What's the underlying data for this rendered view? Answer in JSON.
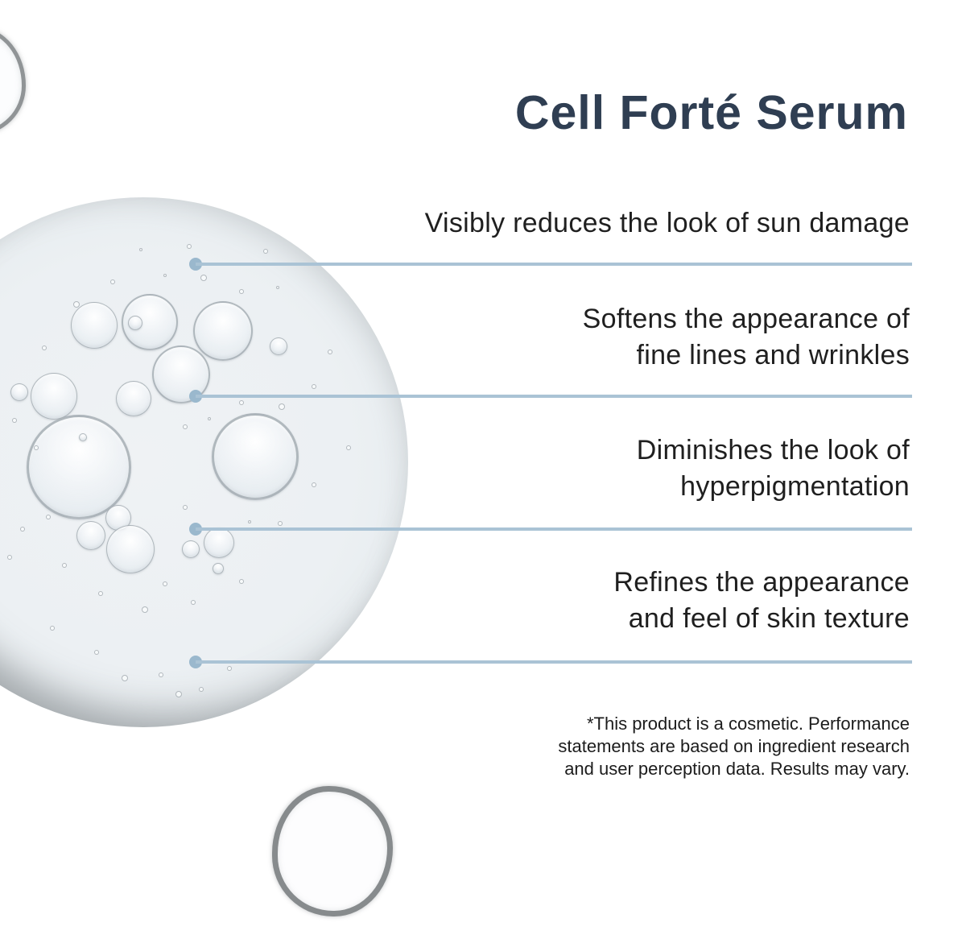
{
  "title": {
    "text": "Cell Forté Serum"
  },
  "benefits": [
    {
      "id": "sun-damage",
      "lines": [
        "Visibly reduces the look of sun damage"
      ]
    },
    {
      "id": "fine-lines",
      "lines": [
        "Softens the appearance of",
        "fine lines and wrinkles"
      ]
    },
    {
      "id": "hyperpigmentation",
      "lines": [
        "Diminishes the look of",
        "hyperpigmentation"
      ]
    },
    {
      "id": "skin-texture",
      "lines": [
        "Refines the appearance",
        "and feel of skin texture"
      ]
    }
  ],
  "disclaimer": {
    "lines": [
      "*This product is a cosmetic. Performance",
      "statements are based on ingredient research",
      "and user perception data. Results may vary."
    ]
  },
  "colors": {
    "accent_dot": "#9ab8cd",
    "accent_line": "#aac3d5",
    "title": "#2f3e52",
    "body_text": "#1f1f1f",
    "background": "#ffffff",
    "droplet_fill": "#edf0f3",
    "droplet_rim": "#8f9497"
  }
}
